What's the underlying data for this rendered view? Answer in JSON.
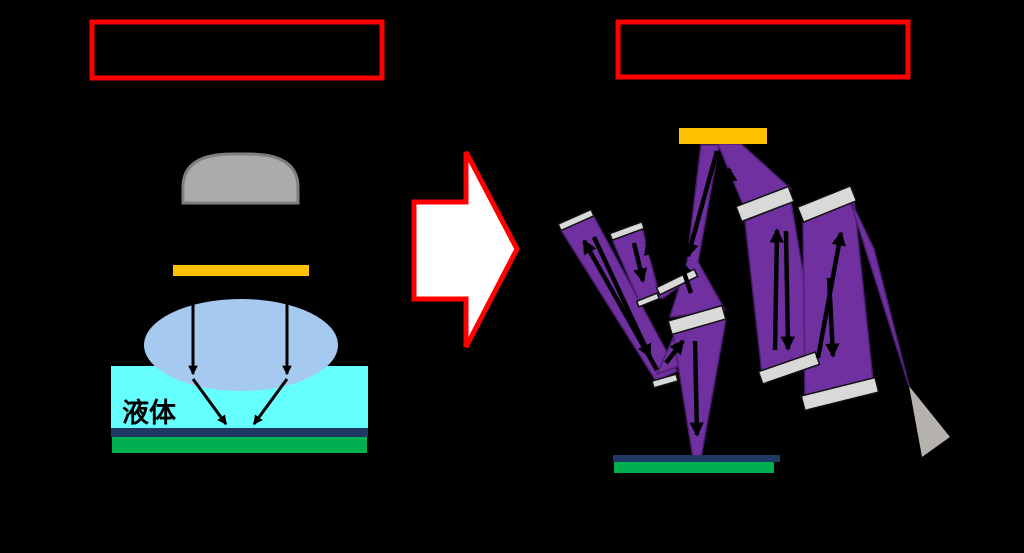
{
  "scene": {
    "background_color": "#000000",
    "description_elements": [
      "left-lithography-diagram",
      "transition-arrow",
      "right-lithography-diagram"
    ],
    "title_boxes": {
      "border_color": "#FF0000",
      "fill_color": "#000000",
      "count": 2,
      "left_text": "",
      "right_text": ""
    },
    "transition_arrow": {
      "fill_color": "#FFFFFF",
      "border_color": "#FF0000",
      "direction": "right"
    }
  },
  "left_diagram": {
    "liquid_label": "液体",
    "elements": [
      "lamp-dome",
      "mask-bar",
      "projection-lens",
      "immersion-liquid",
      "resist-layer",
      "wafer",
      "light-rays"
    ],
    "ray_count": 2,
    "colors": {
      "lamp": "#ABABAB",
      "lamp_outline": "#7F7F7F",
      "mask": "#FFC000",
      "lens": "#A6C9F0",
      "liquid": "#66FFFF",
      "resist": "#1F3864",
      "wafer": "#00B050",
      "ray": "#000000"
    }
  },
  "right_diagram": {
    "elements": [
      "mask-bar",
      "multilayer-mirrors",
      "euv-beams",
      "beam-arrows",
      "source-cone",
      "resist-layer",
      "wafer"
    ],
    "mirror_count": 10,
    "colors": {
      "mask": "#FFC000",
      "mirror": "#D9D9D9",
      "mirror_outline": "#111111",
      "beam": "#7030A0",
      "beam_edge": "#4D1F73",
      "source_cone": "#B5B2AE",
      "resist": "#1F3864",
      "wafer": "#00B050",
      "arrow": "#000000"
    }
  }
}
